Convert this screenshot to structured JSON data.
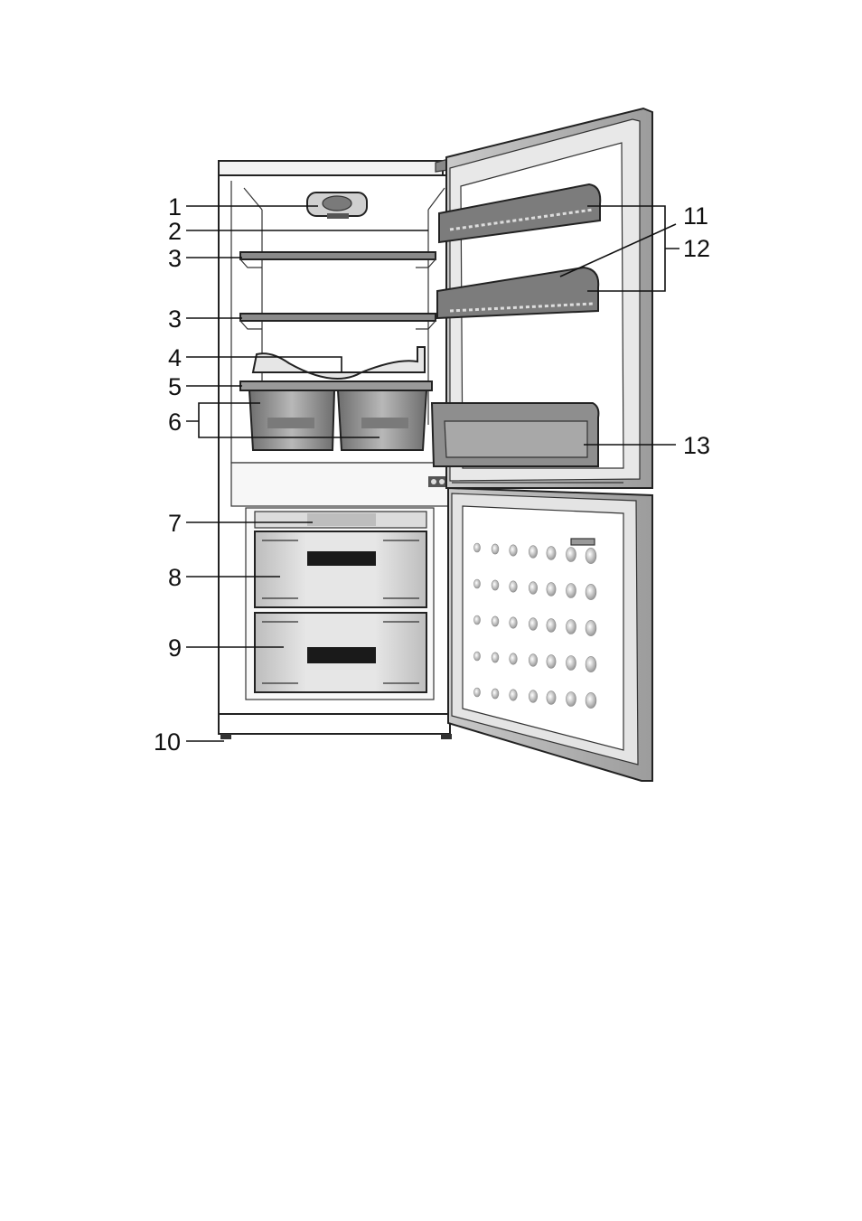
{
  "figure": {
    "callouts": [
      {
        "id": "c1",
        "label": "1"
      },
      {
        "id": "c2",
        "label": "2"
      },
      {
        "id": "c3a",
        "label": "3"
      },
      {
        "id": "c3b",
        "label": "3"
      },
      {
        "id": "c4",
        "label": "4"
      },
      {
        "id": "c5",
        "label": "5"
      },
      {
        "id": "c6",
        "label": "6"
      },
      {
        "id": "c7",
        "label": "7"
      },
      {
        "id": "c8",
        "label": "8"
      },
      {
        "id": "c9",
        "label": "9"
      },
      {
        "id": "c10",
        "label": "10"
      },
      {
        "id": "c11",
        "label": "11"
      },
      {
        "id": "c12",
        "label": "12"
      },
      {
        "id": "c13",
        "label": "13"
      }
    ],
    "colors": {
      "line": "#222222",
      "shelf_fill": "#8a8a8a",
      "cabinet_fill": "#ffffff",
      "door_fill": "#d9d9d9",
      "bin_fill": "#9a9a9a",
      "drawer_fill": "#c8c8c8"
    }
  }
}
